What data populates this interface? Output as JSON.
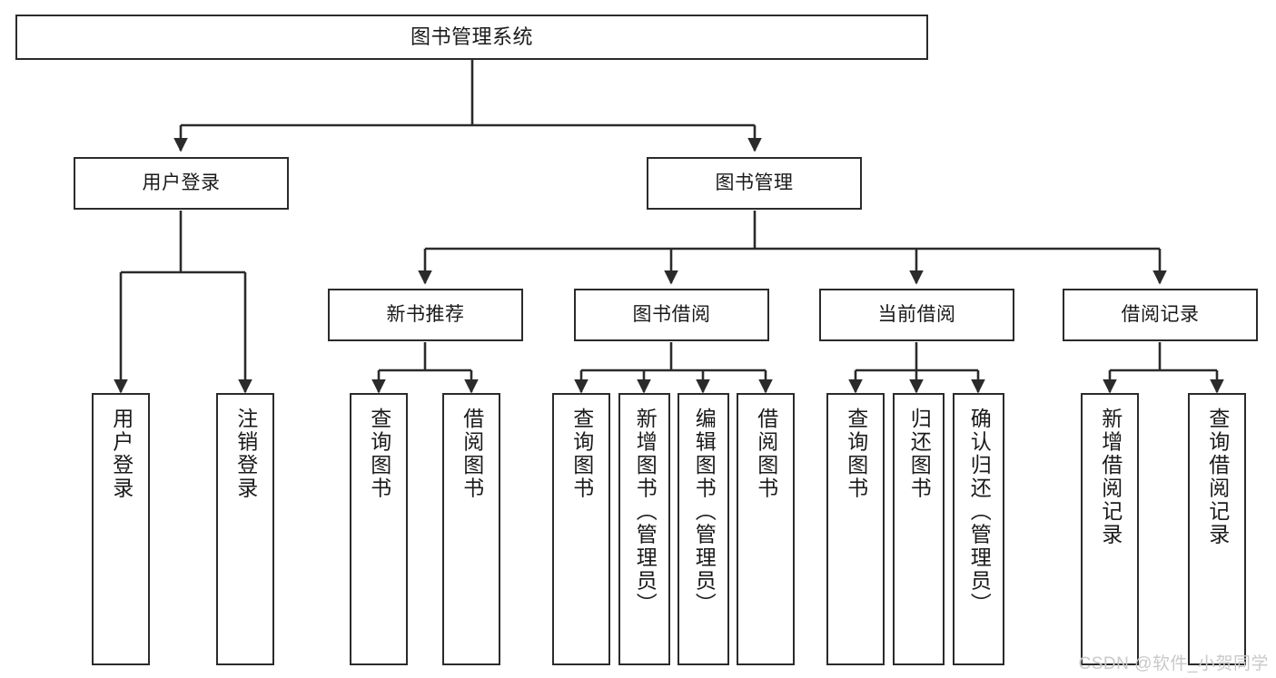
{
  "diagram": {
    "title": "图书管理系统",
    "type": "functional-decomposition-tree",
    "watermark": "CSDN @软件_小贺同学",
    "colors": {
      "border": "#2b2b2b",
      "background": "#ffffff",
      "text": "#1a1a1a",
      "watermark": "#c9c9c9"
    },
    "nodes": {
      "root": {
        "label": "图书管理系统"
      },
      "level2": [
        {
          "id": "user-login",
          "label": "用户登录"
        },
        {
          "id": "book-management",
          "label": "图书管理"
        }
      ],
      "level3": [
        {
          "id": "new-book-recommend",
          "label": "新书推荐"
        },
        {
          "id": "book-borrow",
          "label": "图书借阅"
        },
        {
          "id": "current-borrow",
          "label": "当前借阅"
        },
        {
          "id": "borrow-record",
          "label": "借阅记录"
        }
      ],
      "leaves": {
        "user_login": [
          {
            "id": "leaf-user-login",
            "label": "用户登录"
          },
          {
            "id": "leaf-logout",
            "label": "注销登录"
          }
        ],
        "new_book_recommend": [
          {
            "id": "leaf-query-book-1",
            "label": "查询图书"
          },
          {
            "id": "leaf-borrow-book-1",
            "label": "借阅图书"
          }
        ],
        "book_borrow": [
          {
            "id": "leaf-query-book-2",
            "label": "查询图书"
          },
          {
            "id": "leaf-add-book",
            "label": "新增图书（管理员）"
          },
          {
            "id": "leaf-edit-book",
            "label": "编辑图书（管理员）"
          },
          {
            "id": "leaf-borrow-book-2",
            "label": "借阅图书"
          }
        ],
        "current_borrow": [
          {
            "id": "leaf-query-book-3",
            "label": "查询图书"
          },
          {
            "id": "leaf-return-book",
            "label": "归还图书"
          },
          {
            "id": "leaf-confirm-return",
            "label": "确认归还（管理员）"
          }
        ],
        "borrow_record": [
          {
            "id": "leaf-add-record",
            "label": "新增借阅记录"
          },
          {
            "id": "leaf-query-record",
            "label": "查询借阅记录"
          }
        ]
      }
    }
  }
}
